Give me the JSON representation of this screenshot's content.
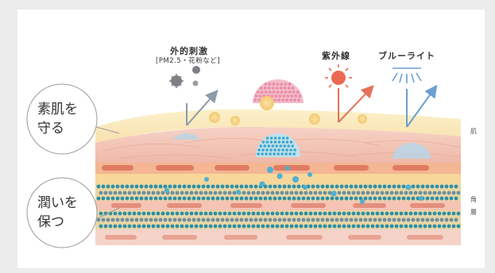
{
  "labels": {
    "external_stimulus": "外的刺激",
    "external_sub": "[PM2.5・花粉など]",
    "uv": "紫外線",
    "blue_light": "ブルーライト"
  },
  "circles": {
    "protect": [
      "素肌を",
      "守る"
    ],
    "moisturize": [
      "潤いを",
      "保つ"
    ]
  },
  "side_labels": {
    "top": "肌",
    "middle_1": "角",
    "middle_2": "層"
  },
  "colors": {
    "background": "#ececec",
    "panel": "#ffffff",
    "uv_arrow": "#e8705a",
    "blue_arrow": "#6d9fd0",
    "stimulus_arrow": "#8d9aa8",
    "cyan_dots": "#3aa6b9",
    "pink_band": "#e79b8f",
    "orange_band": "#f2a35a",
    "yellow_band": "#f5e1a0"
  }
}
